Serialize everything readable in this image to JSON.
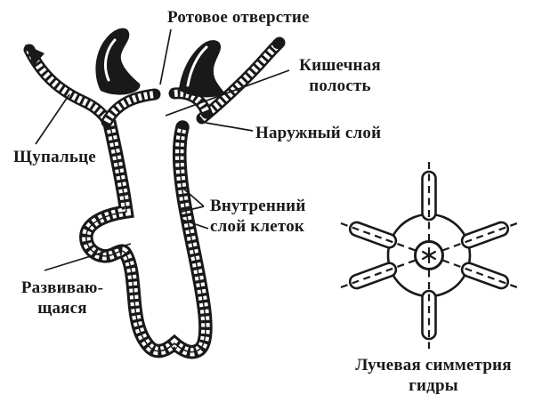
{
  "page": {
    "background": "#ffffff",
    "ink_color": "#191919",
    "language": "ru"
  },
  "labels": {
    "mouth_opening": "Ротовое отверстие",
    "gut_cavity_line1": "Кишечная",
    "gut_cavity_line2": "полость",
    "outer_layer": "Наружный слой",
    "tentacle": "Щупальце",
    "inner_layer_line1": "Внутренний",
    "inner_layer_line2": "слой клеток",
    "developing_bud_line1": "Развиваю-",
    "developing_bud_line2": "щаяся"
  },
  "caption": {
    "line1": "Лучевая симметрия",
    "line2": "гидры"
  }
}
